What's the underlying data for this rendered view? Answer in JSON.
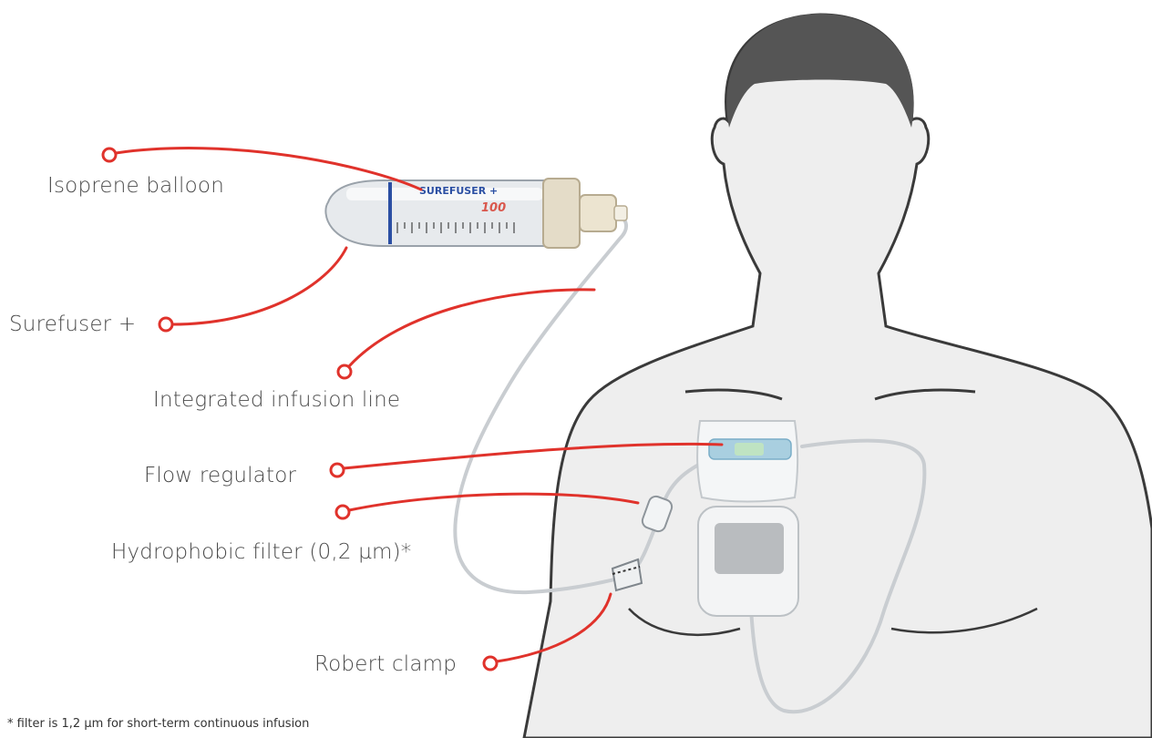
{
  "callouts": {
    "isoprene_balloon": "Isoprene balloon",
    "surefuser": "Surefuser +",
    "infusion_line": "Integrated infusion line",
    "flow_regulator": "Flow regulator",
    "hydrophobic_filter": "Hydrophobic filter (0,2 µm)*",
    "robert_clamp": "Robert clamp"
  },
  "device": {
    "brand": "SUREFUSER",
    "brand_suffix": "+",
    "volume": "100"
  },
  "footnote": "* filter is 1,2 µm for short-term continuous infusion",
  "colors": {
    "callout_red": "#e0322b",
    "body_fill": "#eeeeee",
    "body_outline": "#3a3a3a",
    "hair": "#555555",
    "label_text": "#4a4a4a"
  }
}
